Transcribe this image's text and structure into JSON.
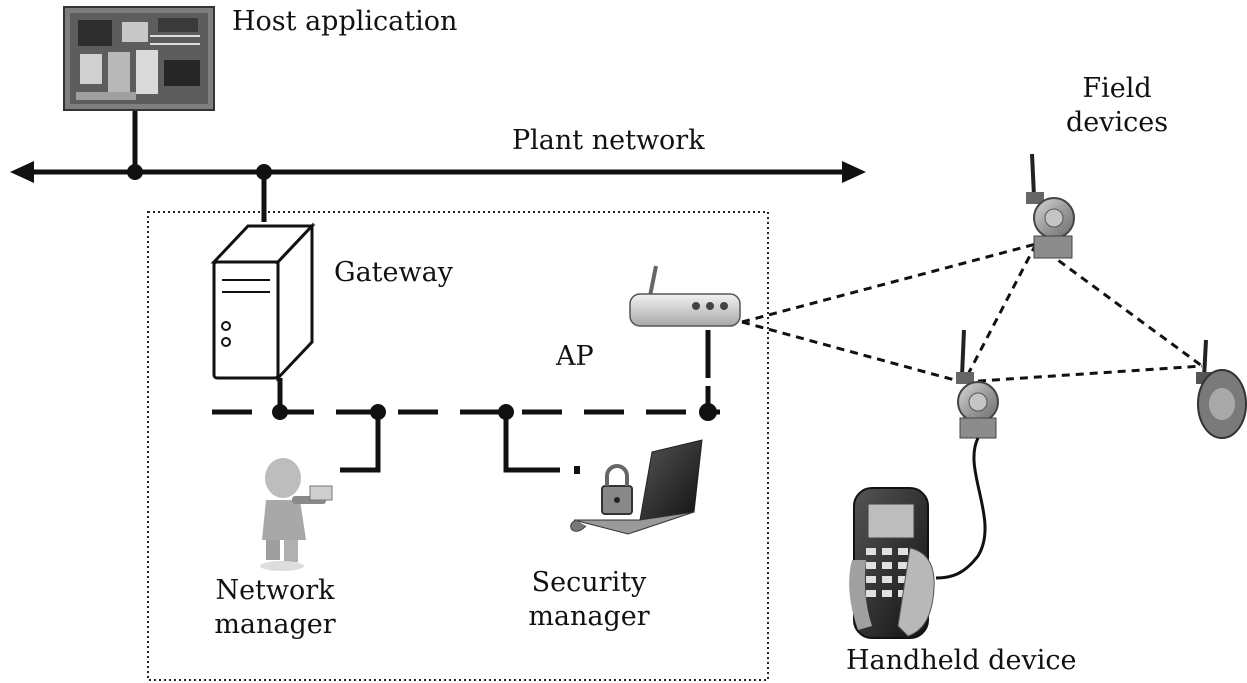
{
  "labels": {
    "host_application": "Host application",
    "plant_network": "Plant network",
    "gateway": "Gateway",
    "ap": "AP",
    "network_manager_line1": "Network",
    "network_manager_line2": "manager",
    "security_manager_line1": "Security",
    "security_manager_line2": "manager",
    "field_devices_line1": "Field",
    "field_devices_line2": "devices",
    "handheld_device": "Handheld device"
  },
  "icons": {
    "host": "circuit-board-icon",
    "gateway": "server-tower-icon",
    "ap": "wireless-router-icon",
    "network_manager": "person-with-clipboard-icon",
    "security_manager": "laptop-with-padlock-icon",
    "field_device": "wireless-transmitter-icon",
    "handheld": "handheld-communicator-icon"
  },
  "colors": {
    "line": "#111111",
    "device_gray": "#9a9a9a"
  }
}
